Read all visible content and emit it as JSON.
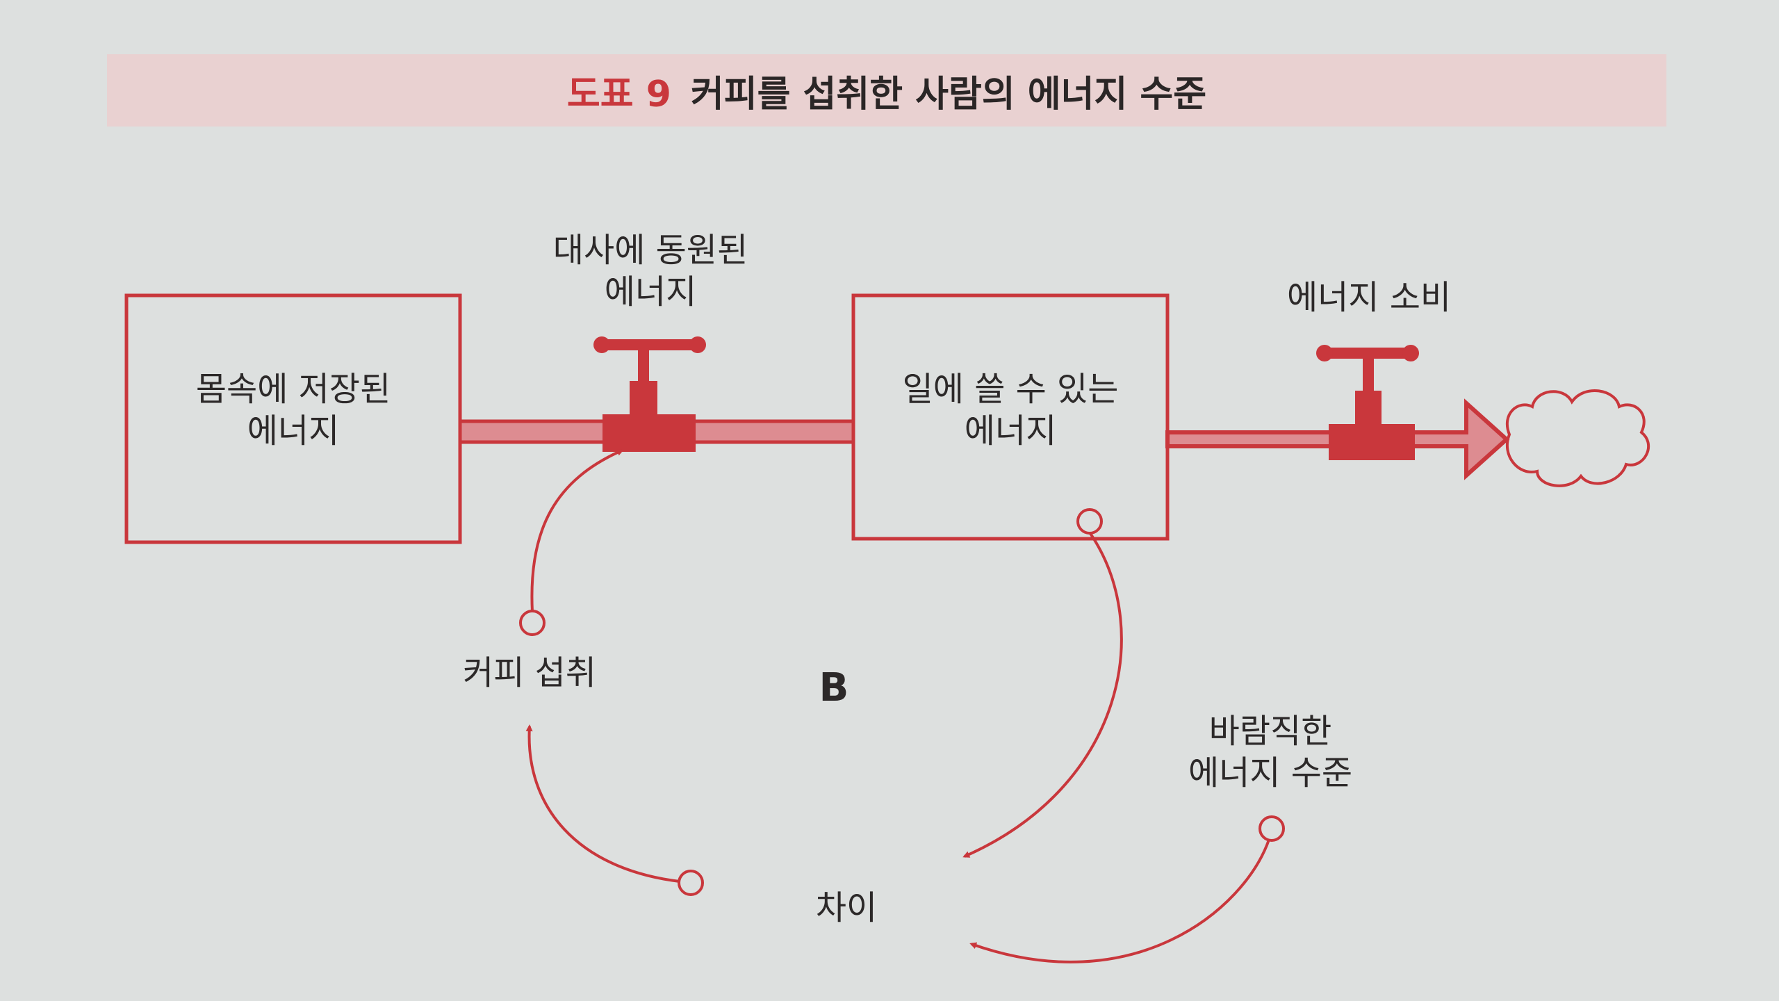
{
  "title": {
    "prefix": "도표 9",
    "text": "커피를 섭취한 사람의 에너지 수준"
  },
  "stocks": {
    "stored": {
      "line1": "몸속에 저장된",
      "line2": "에너지"
    },
    "usable": {
      "line1": "일에 쓸 수 있는",
      "line2": "에너지"
    }
  },
  "flows": {
    "mobilized": {
      "line1": "대사에 동원된",
      "line2": "에너지"
    },
    "consumption": {
      "label": "에너지 소비"
    }
  },
  "variables": {
    "coffee": "커피 섭취",
    "desired": {
      "line1": "바람직한",
      "line2": "에너지 수준"
    },
    "gap": "차이"
  },
  "loop_marker": "B",
  "colors": {
    "accent": "#c9373c",
    "band": "#e9d1d1",
    "text": "#2c2929",
    "background": "#dde0df"
  }
}
